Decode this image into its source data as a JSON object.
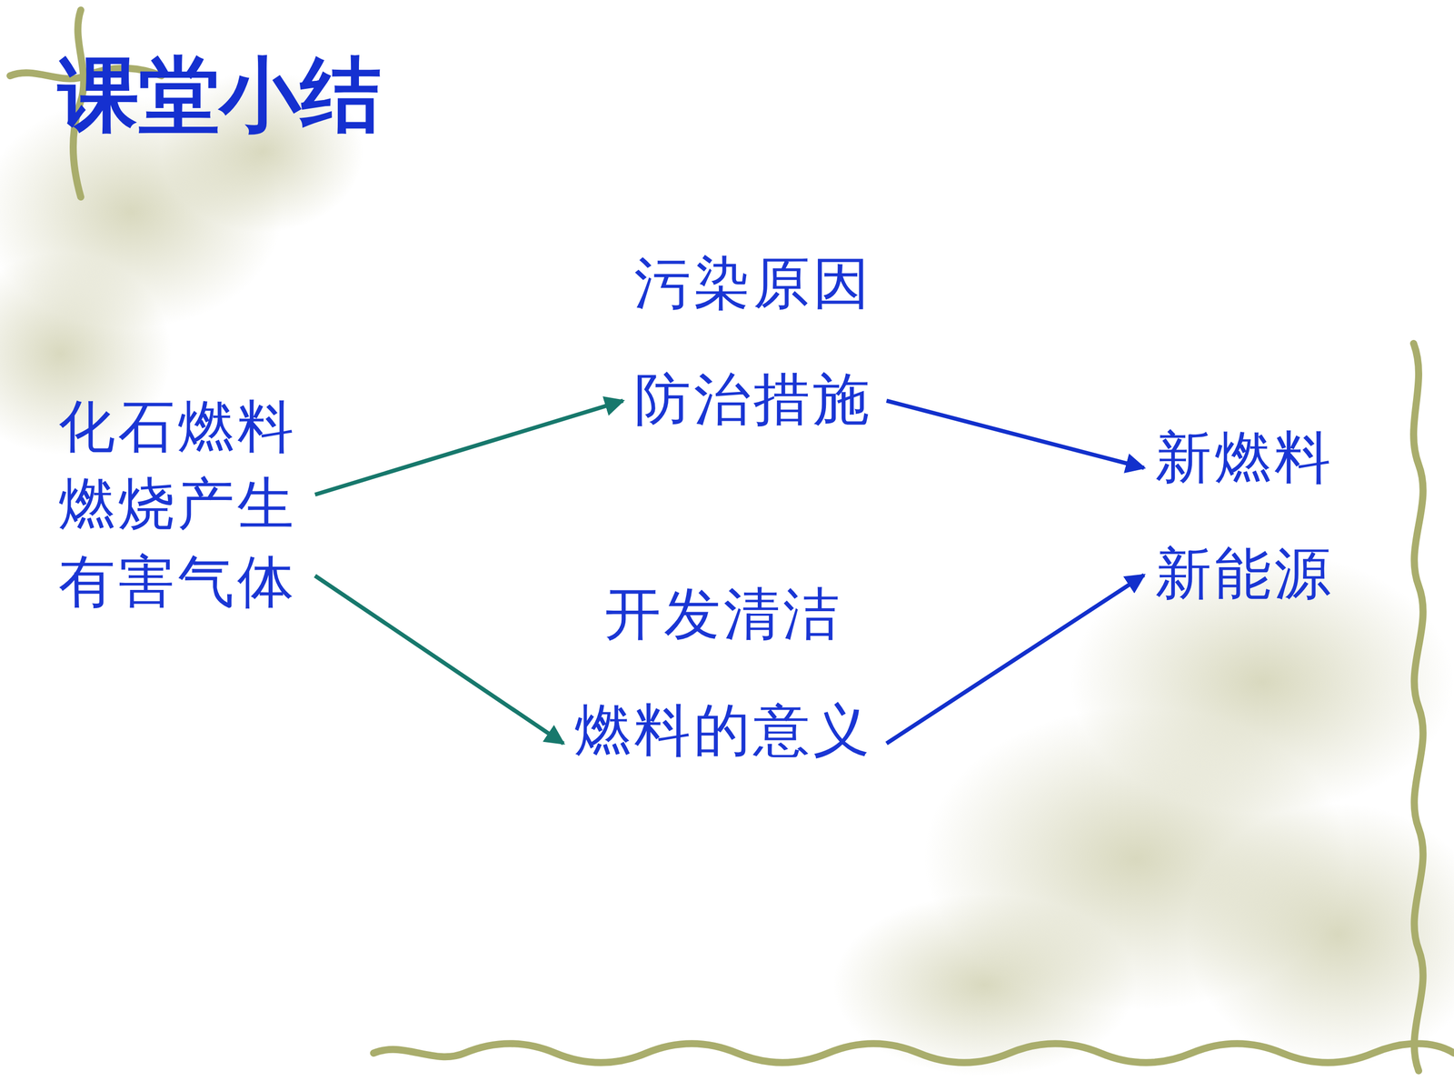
{
  "diagram": {
    "title": "课堂小结",
    "nodes": [
      {
        "text": [
          "化石燃料 燃烧产生 有害气体"
        ]
      },
      {
        "text": [
          "污染原因 防治措施"
        ]
      },
      {
        "text": [
          "开发清洁 燃料的意义"
        ]
      },
      {
        "text": [
          "新燃料 新能源"
        ]
      }
    ],
    "edges": [
      {
        "from": 0,
        "to": 1,
        "arrow": "to"
      },
      {
        "from": 0,
        "to": 2,
        "arrow": "to"
      },
      {
        "from": 1,
        "to": 3,
        "arrow": "to"
      },
      {
        "from": 2,
        "to": 3,
        "arrow": "to"
      }
    ]
  }
}
